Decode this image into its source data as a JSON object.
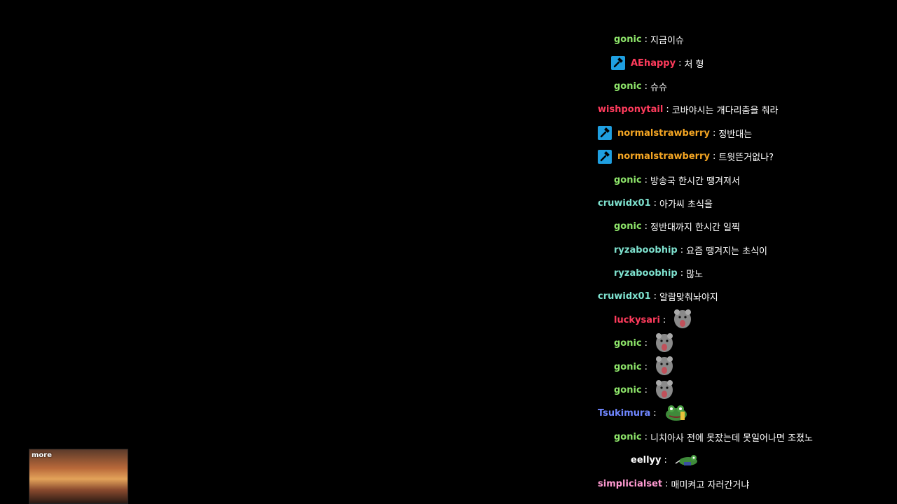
{
  "chat": {
    "messages": [
      {
        "user": "gonic",
        "color": "#8ee56a",
        "text": "지금이슈",
        "badge": false,
        "indent": "ind1",
        "emote": ""
      },
      {
        "user": "AEhappy",
        "color": "#ff3b5c",
        "text": "처 형",
        "badge": true,
        "indent": "ind1b",
        "emote": ""
      },
      {
        "user": "gonic",
        "color": "#8ee56a",
        "text": "슈슈",
        "badge": false,
        "indent": "ind1",
        "emote": ""
      },
      {
        "user": "wishponytail",
        "color": "#ff3b5c",
        "text": "코바야시는 개다리춤을 춰라",
        "badge": false,
        "indent": "ind0",
        "emote": ""
      },
      {
        "user": "normalstrawberry",
        "color": "#f5a623",
        "text": "정반대는",
        "badge": true,
        "indent": "ind0b",
        "emote": ""
      },
      {
        "user": "normalstrawberry",
        "color": "#f5a623",
        "text": "트윗뜬거없나?",
        "badge": true,
        "indent": "ind0b",
        "emote": ""
      },
      {
        "user": "gonic",
        "color": "#8ee56a",
        "text": "방송국 한시간 땡겨져서",
        "badge": false,
        "indent": "ind1",
        "emote": ""
      },
      {
        "user": "cruwidx01",
        "color": "#7fe3d0",
        "text": "아가씨 초식을",
        "badge": false,
        "indent": "ind0",
        "emote": ""
      },
      {
        "user": "gonic",
        "color": "#8ee56a",
        "text": "정반대까지 한시간 일찍",
        "badge": false,
        "indent": "ind1",
        "emote": ""
      },
      {
        "user": "ryzaboobhip",
        "color": "#7fe3d0",
        "text": "요즘 땡겨지는 초식이",
        "badge": false,
        "indent": "ind1",
        "emote": ""
      },
      {
        "user": "ryzaboobhip",
        "color": "#7fe3d0",
        "text": "많노",
        "badge": false,
        "indent": "ind1",
        "emote": ""
      },
      {
        "user": "cruwidx01",
        "color": "#7fe3d0",
        "text": "알람맞춰놔야지",
        "badge": false,
        "indent": "ind0",
        "emote": ""
      },
      {
        "user": "luckysari",
        "color": "#ff3b5c",
        "text": "",
        "badge": false,
        "indent": "ind1",
        "emote": "rat-emote"
      },
      {
        "user": "gonic",
        "color": "#8ee56a",
        "text": "",
        "badge": false,
        "indent": "ind1",
        "emote": "rat-emote"
      },
      {
        "user": "gonic",
        "color": "#8ee56a",
        "text": "",
        "badge": false,
        "indent": "ind1",
        "emote": "rat-emote"
      },
      {
        "user": "gonic",
        "color": "#8ee56a",
        "text": "",
        "badge": false,
        "indent": "ind1",
        "emote": "rat-emote"
      },
      {
        "user": "Tsukimura",
        "color": "#6f86ff",
        "text": "",
        "badge": false,
        "indent": "ind0",
        "emote": "frog-emote"
      },
      {
        "user": "gonic",
        "color": "#8ee56a",
        "text": "니치아사 전에 못잤는데 못일어나면 조졌노",
        "badge": false,
        "indent": "ind1",
        "emote": ""
      },
      {
        "user": "eellyy",
        "color": "#ffffff",
        "text": "",
        "badge": false,
        "indent": "ind2",
        "emote": "frog-lying-emote"
      },
      {
        "user": "simplicialset",
        "color": "#ff9ad1",
        "text": "매미켜고 자러간거냐",
        "badge": false,
        "indent": "ind0",
        "emote": ""
      }
    ]
  },
  "thumbnail": {
    "logo_text": "more"
  }
}
